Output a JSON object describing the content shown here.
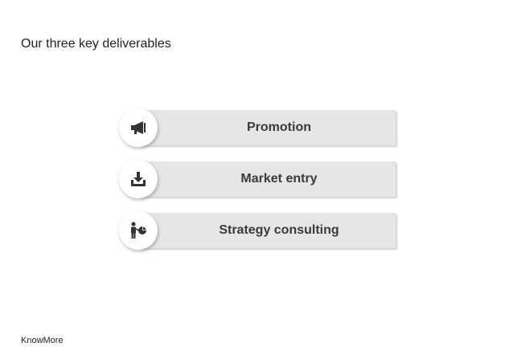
{
  "title": "Our three key deliverables",
  "deliverables": [
    {
      "label": "Promotion",
      "icon": "megaphone-icon"
    },
    {
      "label": "Market entry",
      "icon": "download-tray-icon"
    },
    {
      "label": "Strategy consulting",
      "icon": "presenter-chart-icon"
    }
  ],
  "footer": {
    "brand": "KnowMore"
  },
  "colors": {
    "bar": "#e6e6e6",
    "icon": "#333333",
    "text": "#3a3a3a"
  }
}
